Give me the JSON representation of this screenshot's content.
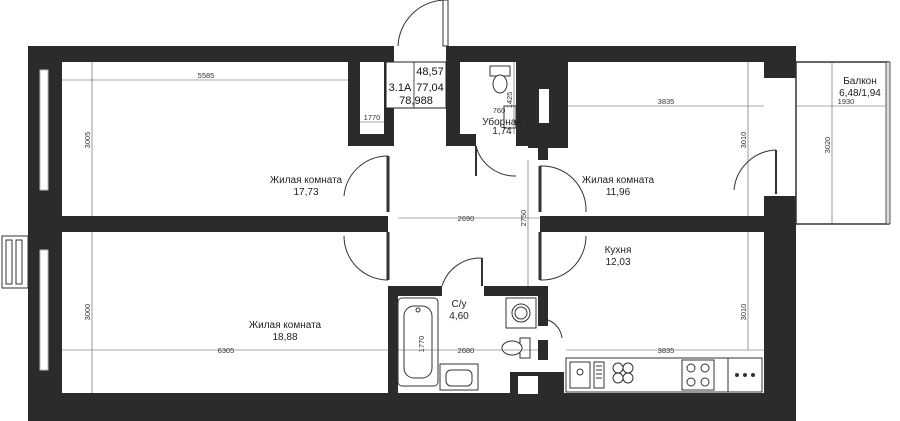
{
  "unit_box": {
    "code": "3.1А",
    "living_area": "48,57",
    "total_area": "77,04",
    "total_with_balcony": "78,988"
  },
  "rooms": {
    "living1": {
      "name": "Жилая комната",
      "area": "17,73"
    },
    "living2": {
      "name": "Жилая комната",
      "area": "11,96"
    },
    "living3": {
      "name": "Жилая комната",
      "area": "18,88"
    },
    "wc": {
      "name": "Уборная",
      "area": "1,74"
    },
    "bath": {
      "name": "С/у",
      "area": "4,60"
    },
    "kitchen": {
      "name": "Кухня",
      "area": "12,03"
    },
    "balcony": {
      "name": "Балкон",
      "area": "6,48/1,94"
    }
  },
  "dimensions": {
    "d5585": "5585",
    "d3005": "3005",
    "d1770_top": "1770",
    "d1425": "1425",
    "d760": "760",
    "d3835_top": "3835",
    "d3010_top": "3010",
    "d1930": "1930",
    "d3020": "3020",
    "d2690": "2690",
    "d2750": "2750",
    "d3000": "3000",
    "d6305": "6305",
    "d1770_tub": "1770",
    "d2680": "2680",
    "d3010_bottom": "3010",
    "d3835_bottom": "3835"
  }
}
